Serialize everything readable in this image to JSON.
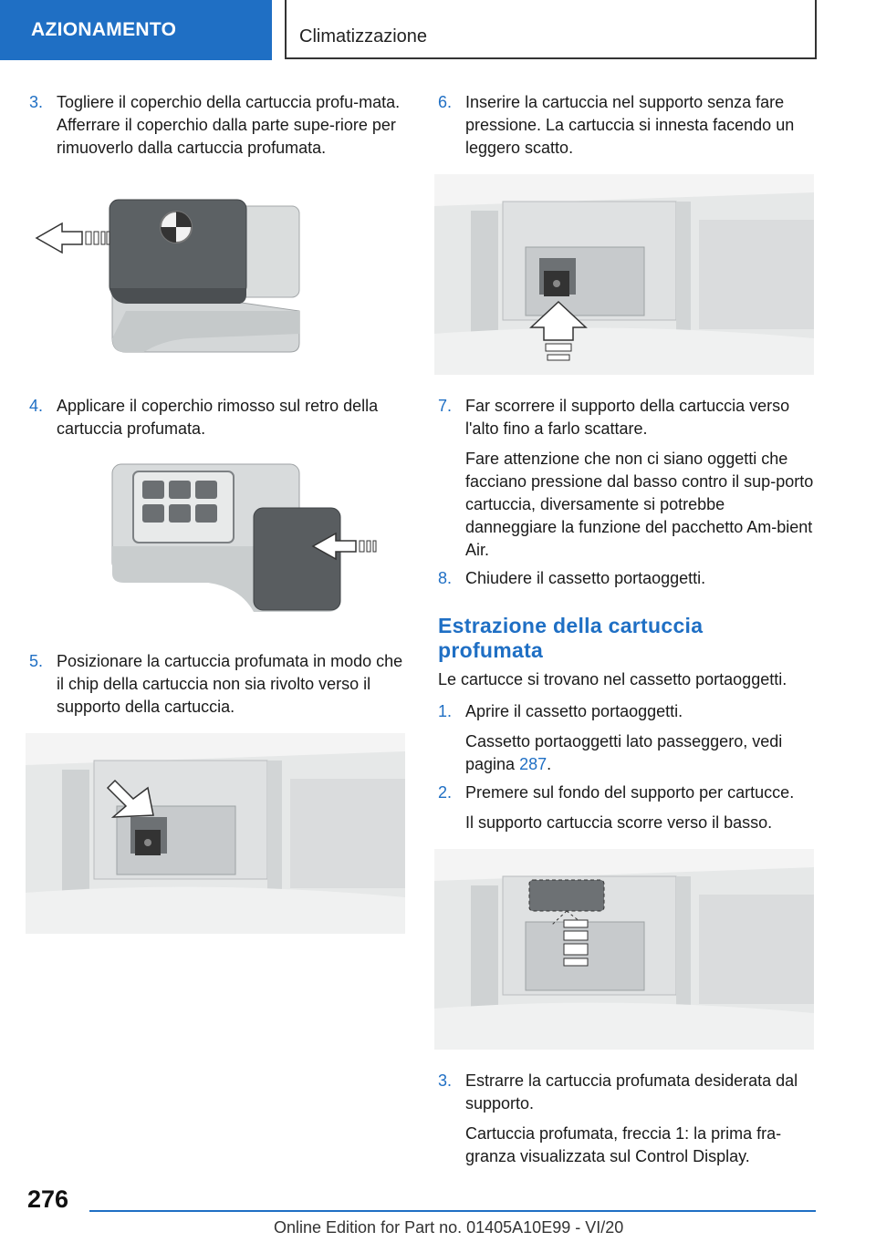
{
  "header": {
    "section": "AZIONAMENTO",
    "chapter": "Climatizzazione"
  },
  "left_column": {
    "steps": [
      {
        "num": "3.",
        "text": "Togliere il coperchio della cartuccia profu-mata. Afferrare il coperchio dalla parte supe-riore per rimuoverlo dalla cartuccia profumata."
      },
      {
        "num": "4.",
        "text": "Applicare il coperchio rimosso sul retro della cartuccia profumata."
      },
      {
        "num": "5.",
        "text": "Posizionare la cartuccia profumata in modo che il chip della cartuccia non sia rivolto verso il supporto della cartuccia."
      }
    ]
  },
  "right_column": {
    "steps_a": [
      {
        "num": "6.",
        "text": "Inserire la cartuccia nel supporto senza fare pressione. La cartuccia si innesta facendo un leggero scatto."
      },
      {
        "num": "7.",
        "text": "Far scorrere il supporto della cartuccia verso l'alto fino a farlo scattare.",
        "note": "Fare attenzione che non ci siano oggetti che facciano pressione dal basso contro il sup-porto cartuccia, diversamente si potrebbe danneggiare la funzione del pacchetto Am-bient Air."
      },
      {
        "num": "8.",
        "text": "Chiudere il cassetto portaoggetti."
      }
    ],
    "section_heading": "Estrazione della cartuccia profumata",
    "section_intro": "Le cartucce si trovano nel cassetto portaoggetti.",
    "steps_b": [
      {
        "num": "1.",
        "text": "Aprire il cassetto portaoggetti.",
        "note_prefix": "Cassetto portaoggetti lato passeggero, vedi pagina ",
        "note_link": "287",
        "note_suffix": "."
      },
      {
        "num": "2.",
        "text": "Premere sul fondo del supporto per cartucce.",
        "note": "Il supporto cartuccia scorre verso il basso."
      },
      {
        "num": "3.",
        "text": "Estrarre la cartuccia profumata desiderata dal supporto.",
        "note": "Cartuccia profumata, freccia 1: la prima fra-granza visualizzata sul Control Display."
      }
    ]
  },
  "footer": {
    "page_number": "276",
    "edition": "Online Edition for Part no. 01405A10E99 - VI/20"
  },
  "colors": {
    "accent": "#1f6fc4"
  }
}
